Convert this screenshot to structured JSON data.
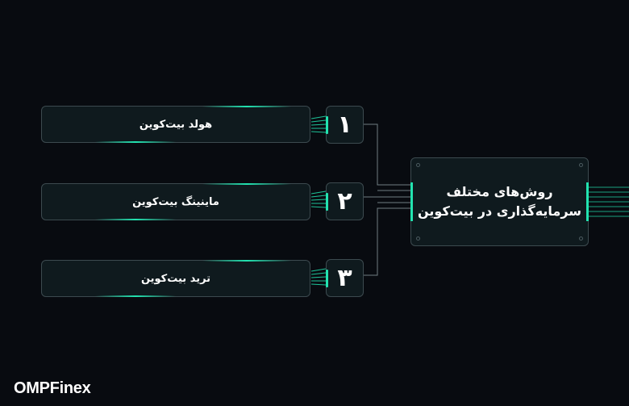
{
  "items": [
    {
      "number": "۱",
      "label": "هولد بیت‌کوین"
    },
    {
      "number": "۲",
      "label": "ماینینگ بیت‌کوین"
    },
    {
      "number": "۳",
      "label": "ترید بیت‌کوین"
    }
  ],
  "center": {
    "line1": "روش‌های مختلف",
    "line2": "سرمایه‌گذاری در بیت‌کوین"
  },
  "brand": {
    "logo_text": "OMPFinex"
  },
  "colors": {
    "background": "#080b10",
    "accent": "#22e3b0",
    "box": "#0f1a1e",
    "border": "#3c4a4f"
  }
}
